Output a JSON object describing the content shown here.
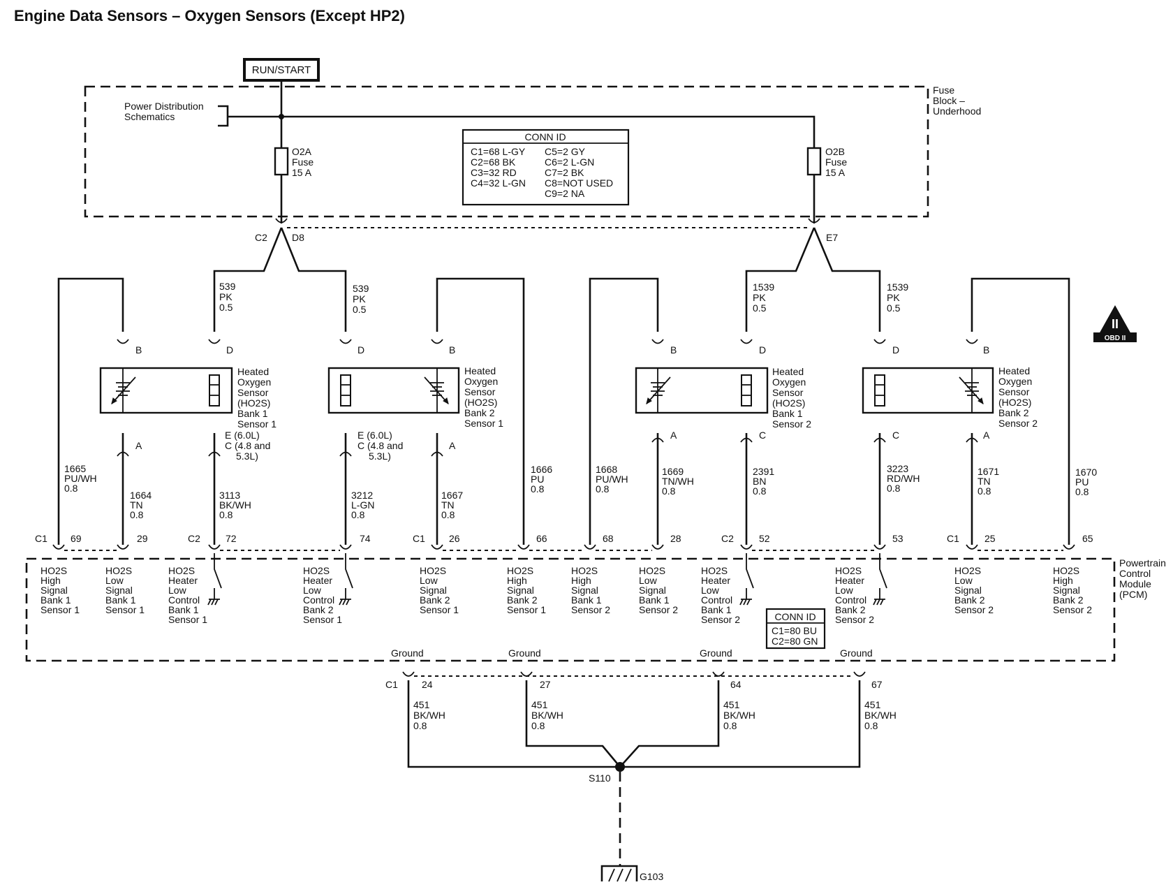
{
  "title": "Engine Data Sensors – Oxygen Sensors (Except HP2)",
  "power": {
    "run_start": "RUN/START",
    "pds": [
      "Power Distribution",
      "Schematics"
    ],
    "fuse_block": [
      "Fuse",
      "Block –",
      "Underhood"
    ],
    "fuses": [
      {
        "lines": [
          "O2A",
          "Fuse",
          "15 A"
        ]
      },
      {
        "lines": [
          "O2B",
          "Fuse",
          "15 A"
        ]
      }
    ],
    "conn_id": {
      "title": "CONN ID",
      "left": [
        "C1=68 L-GY",
        "C2=68 BK",
        "C3=32 RD",
        "C4=32 L-GN"
      ],
      "right": [
        "C5=2 GY",
        "C6=2 L-GN",
        "C7=2 BK",
        "C8=NOT USED",
        "C9=2 NA"
      ]
    },
    "fuse_conn": {
      "c2": "C2",
      "d8": "D8",
      "e7": "E7"
    }
  },
  "feed_wires": [
    {
      "lines": [
        "539",
        "PK",
        "0.5"
      ]
    },
    {
      "lines": [
        "539",
        "PK",
        "0.5"
      ]
    },
    {
      "lines": [
        "1539",
        "PK",
        "0.5"
      ]
    },
    {
      "lines": [
        "1539",
        "PK",
        "0.5"
      ]
    }
  ],
  "sensors": [
    {
      "name": [
        "Heated",
        "Oxygen",
        "Sensor",
        "(HO2S)",
        "Bank 1",
        "Sensor 1"
      ],
      "pin_b": "B",
      "pin_d": "D",
      "pin_a": "A",
      "pin_heater": [
        "E (6.0L)",
        "C (4.8 and",
        "5.3L)"
      ]
    },
    {
      "name": [
        "Heated",
        "Oxygen",
        "Sensor",
        "(HO2S)",
        "Bank 2",
        "Sensor 1"
      ],
      "pin_b": "B",
      "pin_d": "D",
      "pin_a": "A",
      "pin_heater": [
        "E (6.0L)",
        "C (4.8 and",
        "5.3L)"
      ]
    },
    {
      "name": [
        "Heated",
        "Oxygen",
        "Sensor",
        "(HO2S)",
        "Bank 1",
        "Sensor 2"
      ],
      "pin_b": "B",
      "pin_d": "D",
      "pin_a": "A",
      "pin_heater": [
        "C"
      ]
    },
    {
      "name": [
        "Heated",
        "Oxygen",
        "Sensor",
        "(HO2S)",
        "Bank 2",
        "Sensor 2"
      ],
      "pin_b": "B",
      "pin_d": "D",
      "pin_a": "A",
      "pin_heater": [
        "C"
      ]
    }
  ],
  "pcm_wires": [
    {
      "lines": [
        "1665",
        "PU/WH",
        "0.8"
      ]
    },
    {
      "lines": [
        "1664",
        "TN",
        "0.8"
      ]
    },
    {
      "lines": [
        "3113",
        "BK/WH",
        "0.8"
      ]
    },
    {
      "lines": [
        "3212",
        "L-GN",
        "0.8"
      ]
    },
    {
      "lines": [
        "1667",
        "TN",
        "0.8"
      ]
    },
    {
      "lines": [
        "1666",
        "PU",
        "0.8"
      ]
    },
    {
      "lines": [
        "1668",
        "PU/WH",
        "0.8"
      ]
    },
    {
      "lines": [
        "1669",
        "TN/WH",
        "0.8"
      ]
    },
    {
      "lines": [
        "2391",
        "BN",
        "0.8"
      ]
    },
    {
      "lines": [
        "3223",
        "RD/WH",
        "0.8"
      ]
    },
    {
      "lines": [
        "1671",
        "TN",
        "0.8"
      ]
    },
    {
      "lines": [
        "1670",
        "PU",
        "0.8"
      ]
    }
  ],
  "pcm_pins": [
    {
      "conn": "C1",
      "pin": "69"
    },
    {
      "conn": "",
      "pin": "29"
    },
    {
      "conn": "C2",
      "pin": "72"
    },
    {
      "conn": "",
      "pin": "74"
    },
    {
      "conn": "C1",
      "pin": "26"
    },
    {
      "conn": "",
      "pin": "66"
    },
    {
      "conn": "",
      "pin": "68"
    },
    {
      "conn": "",
      "pin": "28"
    },
    {
      "conn": "C2",
      "pin": "52"
    },
    {
      "conn": "",
      "pin": "53"
    },
    {
      "conn": "C1",
      "pin": "25"
    },
    {
      "conn": "",
      "pin": "65"
    }
  ],
  "pcm_labels": [
    [
      "HO2S",
      "High",
      "Signal",
      "Bank 1",
      "Sensor 1"
    ],
    [
      "HO2S",
      "Low",
      "Signal",
      "Bank 1",
      "Sensor 1"
    ],
    [
      "HO2S",
      "Heater",
      "Low",
      "Control",
      "Bank 1",
      "Sensor 1"
    ],
    [
      "HO2S",
      "Heater",
      "Low",
      "Control",
      "Bank 2",
      "Sensor 1"
    ],
    [
      "HO2S",
      "Low",
      "Signal",
      "Bank 2",
      "Sensor 1"
    ],
    [
      "HO2S",
      "High",
      "Signal",
      "Bank 2",
      "Sensor 1"
    ],
    [
      "HO2S",
      "High",
      "Signal",
      "Bank 1",
      "Sensor 2"
    ],
    [
      "HO2S",
      "Low",
      "Signal",
      "Bank 1",
      "Sensor 2"
    ],
    [
      "HO2S",
      "Heater",
      "Low",
      "Control",
      "Bank 1",
      "Sensor 2"
    ],
    [
      "HO2S",
      "Heater",
      "Low",
      "Control",
      "Bank 2",
      "Sensor 2"
    ],
    [
      "HO2S",
      "Low",
      "Signal",
      "Bank 2",
      "Sensor 2"
    ],
    [
      "HO2S",
      "High",
      "Signal",
      "Bank 2",
      "Sensor 2"
    ]
  ],
  "pcm": {
    "name": [
      "Powertrain",
      "Control",
      "Module",
      "(PCM)"
    ],
    "conn_id": {
      "title": "CONN ID",
      "lines": [
        "C1=80 BU",
        "C2=80 GN"
      ]
    }
  },
  "grounds": [
    {
      "label": "Ground",
      "conn": "C1",
      "pin": "24",
      "wire": [
        "451",
        "BK/WH",
        "0.8"
      ]
    },
    {
      "label": "Ground",
      "conn": "",
      "pin": "27",
      "wire": [
        "451",
        "BK/WH",
        "0.8"
      ]
    },
    {
      "label": "Ground",
      "conn": "",
      "pin": "64",
      "wire": [
        "451",
        "BK/WH",
        "0.8"
      ]
    },
    {
      "label": "Ground",
      "conn": "",
      "pin": "67",
      "wire": [
        "451",
        "BK/WH",
        "0.8"
      ]
    }
  ],
  "splice": "S110",
  "ground_point": "G103",
  "obd": {
    "symbol": "II",
    "label": "OBD II"
  }
}
